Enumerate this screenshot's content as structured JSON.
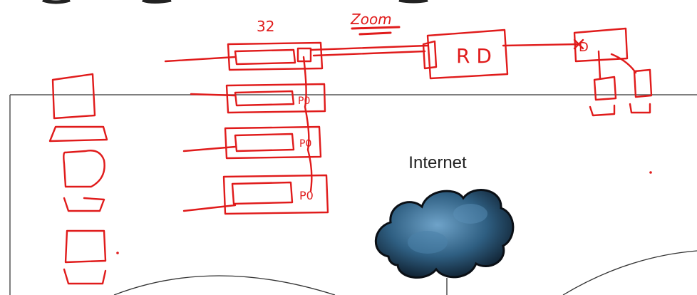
{
  "labels": {
    "internet": "Internet"
  },
  "annotations": {
    "switch_ports": "32",
    "zoom_note": "Zoom",
    "router_label": "R D",
    "right_device_label": "D"
  },
  "colors": {
    "ink": "#e01b1b",
    "frame": "#555555",
    "cloud": "#2f5f82"
  }
}
